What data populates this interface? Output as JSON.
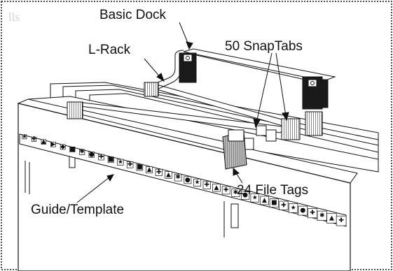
{
  "labels": {
    "basic_dock": "Basic Dock",
    "l_rack": "L-Rack",
    "snap_tabs": "50 SnapTabs",
    "file_tags": "24 File Tags",
    "guide_template": "Guide/Template",
    "corner_mark": "lls"
  },
  "strip_symbols": [
    "★",
    "✚",
    "▲",
    "▶",
    "◆",
    "■",
    "✱",
    "●",
    "✚",
    "■",
    "★",
    "✚",
    "■",
    "▲",
    "✚",
    "▲",
    "✱",
    "●",
    "★",
    "✚",
    "▲",
    "✚",
    "✱",
    "●",
    "★",
    "▲",
    "■",
    "✚",
    "★",
    "●",
    "✚",
    "✱",
    "▲",
    "✚"
  ],
  "colors": {
    "line": "#111111",
    "paper": "#ffffff",
    "gray_tab": "#9a9a9a",
    "dark_part": "#1a1a1a",
    "border": "#111111"
  },
  "icons": [
    "dock-clip-icon",
    "dock-clip-icon"
  ]
}
